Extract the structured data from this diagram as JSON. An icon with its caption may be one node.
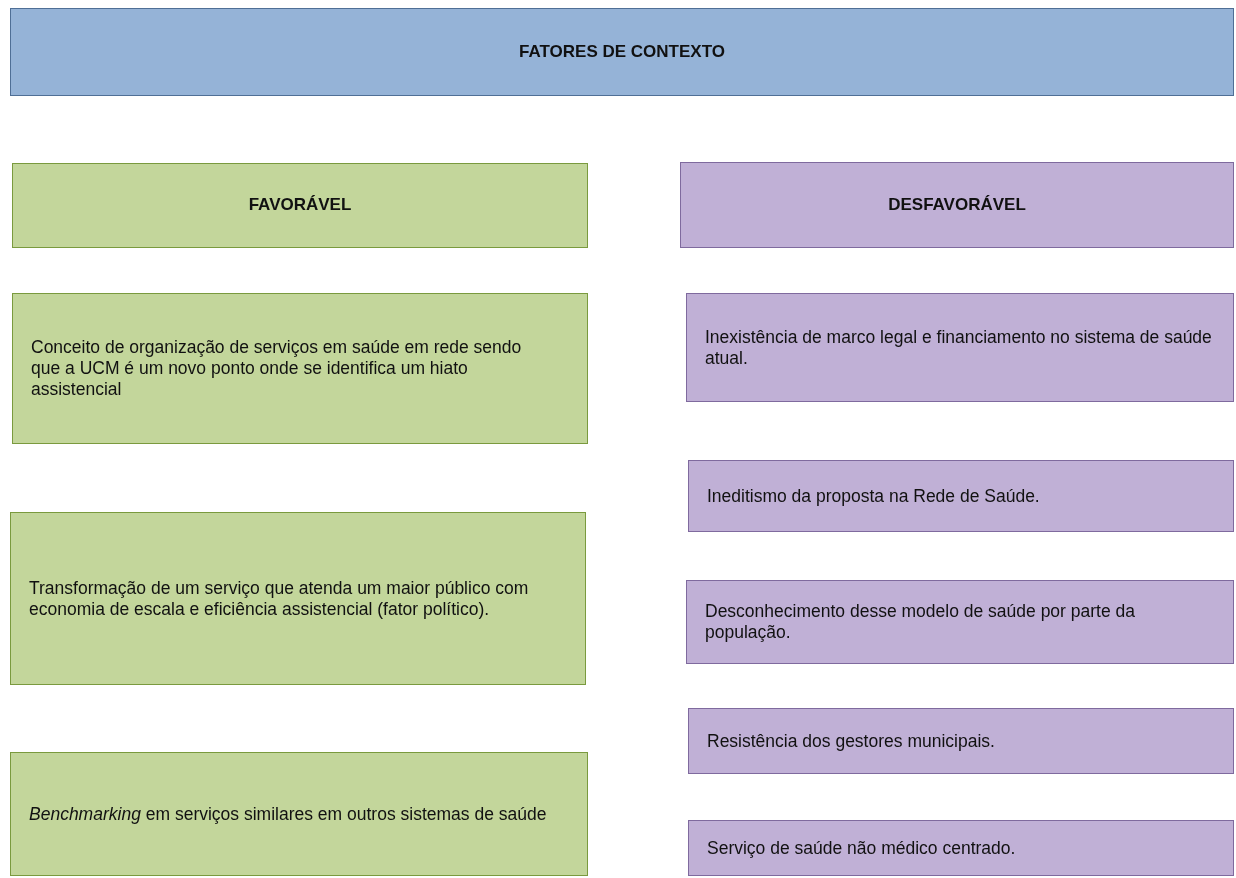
{
  "diagram": {
    "nodes": [
      {
        "text": [
          "FATORES DE CONTEXTO"
        ]
      },
      {
        "text": [
          "FAVORÁVEL"
        ]
      },
      {
        "text": [
          "DESFAVORÁVEL"
        ]
      },
      {
        "text": [
          "Conceito de organização de serviços em saúde em rede sendo que a UCM é um novo ponto onde se identifica um hiato assistencial"
        ]
      },
      {
        "text": [
          "Transformação de um serviço que atenda um maior público com economia de escala e eficiência assistencial (fator político)."
        ]
      },
      {
        "text": [
          "*Benchmarking* em serviços similares em outros sistemas de saúde"
        ]
      },
      {
        "text": [
          "Inexistência de marco legal e financiamento no sistema de saúde atual."
        ]
      },
      {
        "text": [
          "Ineditismo da proposta na Rede de Saúde."
        ]
      },
      {
        "text": [
          "Desconhecimento desse modelo de saúde por parte da população."
        ]
      },
      {
        "text": [
          "Resistência dos gestores municipais."
        ]
      },
      {
        "text": [
          "Serviço de saúde não médico centrado."
        ]
      }
    ]
  }
}
